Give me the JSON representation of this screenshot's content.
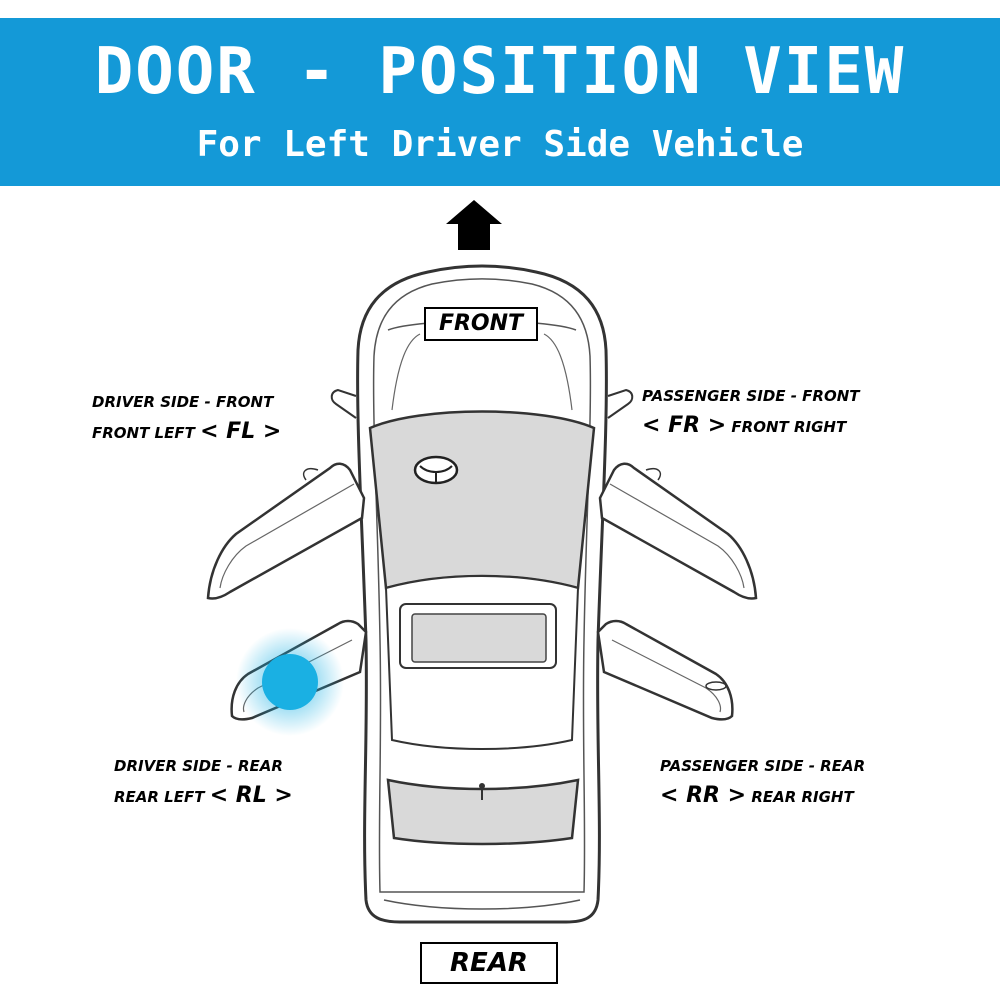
{
  "header": {
    "title": "DOOR - POSITION VIEW",
    "subtitle": "For Left Driver Side Vehicle"
  },
  "colors": {
    "banner": "#1499d7",
    "highlight": "#1ab0e3",
    "panel_gray": "#d9d9d9"
  },
  "orientation": {
    "front_label": "FRONT",
    "rear_label": "REAR",
    "arrow_icon": "up-arrow-icon"
  },
  "doors": {
    "fl": {
      "side": "DRIVER SIDE - FRONT",
      "prefix": "FRONT LEFT",
      "code": "< FL >",
      "suffix": ""
    },
    "fr": {
      "side": "PASSENGER SIDE - FRONT",
      "prefix": "",
      "code": "< FR >",
      "suffix": "FRONT RIGHT"
    },
    "rl": {
      "side": "DRIVER SIDE - REAR",
      "prefix": "REAR LEFT",
      "code": "< RL >",
      "suffix": ""
    },
    "rr": {
      "side": "PASSENGER SIDE - REAR",
      "prefix": "",
      "code": "< RR >",
      "suffix": "REAR RIGHT"
    }
  },
  "highlighted_door": "rl"
}
